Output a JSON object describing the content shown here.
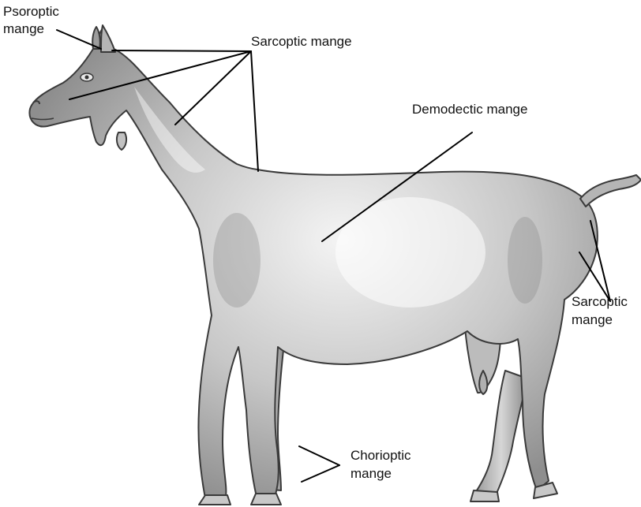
{
  "labels": {
    "psoroptic_line1": "Psoroptic",
    "psoroptic_line2": "mange",
    "sarcoptic_head": "Sarcoptic mange",
    "demodectic": "Demodectic mange",
    "sarcoptic_rear_line1": "Sarcoptic",
    "sarcoptic_rear_line2": "mange",
    "chorioptic_line1": "Chorioptic",
    "chorioptic_line2": "mange"
  },
  "colors": {
    "body_light": "#f2f2f2",
    "body_mid": "#bdbdbd",
    "body_dark": "#8a8a8a",
    "outline": "#3a3a3a",
    "leader": "#000000"
  }
}
